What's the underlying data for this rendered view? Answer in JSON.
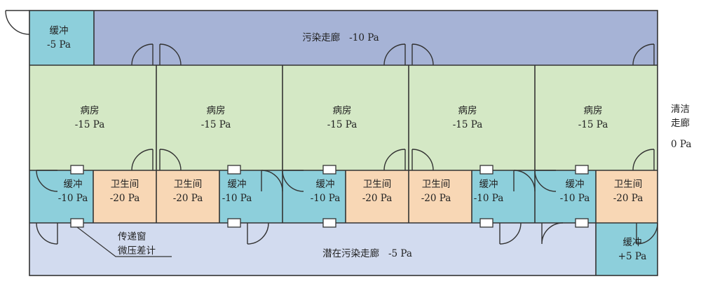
{
  "buffer_top": {
    "name": "缓冲",
    "pressure": "-5 Pa"
  },
  "contaminated_corridor": {
    "name": "污染走廊",
    "pressure": "-10 Pa"
  },
  "clean_corridor": {
    "name_line1": "清洁",
    "name_line2": "走廊",
    "pressure": "0 Pa"
  },
  "wards": [
    {
      "name": "病房",
      "pressure": "-15 Pa"
    },
    {
      "name": "病房",
      "pressure": "-15 Pa"
    },
    {
      "name": "病房",
      "pressure": "-15 Pa"
    },
    {
      "name": "病房",
      "pressure": "-15 Pa"
    },
    {
      "name": "病房",
      "pressure": "-15 Pa"
    }
  ],
  "lower_rooms": [
    {
      "name": "缓冲",
      "pressure": "-10 Pa"
    },
    {
      "name": "卫生间",
      "pressure": "-20 Pa"
    },
    {
      "name": "卫生间",
      "pressure": "-20 Pa"
    },
    {
      "name": "缓冲",
      "pressure": "-10 Pa"
    },
    {
      "name": "缓冲",
      "pressure": "-10 Pa"
    },
    {
      "name": "卫生间",
      "pressure": "-20 Pa"
    },
    {
      "name": "卫生间",
      "pressure": "-20 Pa"
    },
    {
      "name": "缓冲",
      "pressure": "-10 Pa"
    },
    {
      "name": "缓冲",
      "pressure": "-10 Pa"
    },
    {
      "name": "卫生间",
      "pressure": "-20 Pa"
    }
  ],
  "potential_corridor": {
    "name": "潜在污染走廊",
    "pressure": "-5 Pa"
  },
  "buffer_bottom": {
    "name": "缓冲",
    "pressure": "+5 Pa"
  },
  "legend": {
    "line1": "传递窗",
    "line2": "微压差计"
  },
  "colors": {
    "contaminated_corridor": "#a6b3d6",
    "buffer": "#8dcfdb",
    "ward": "#d4e8c5",
    "toilet": "#f8d7b5",
    "potential_corridor": "#d2dbef",
    "wall": "#333333"
  }
}
